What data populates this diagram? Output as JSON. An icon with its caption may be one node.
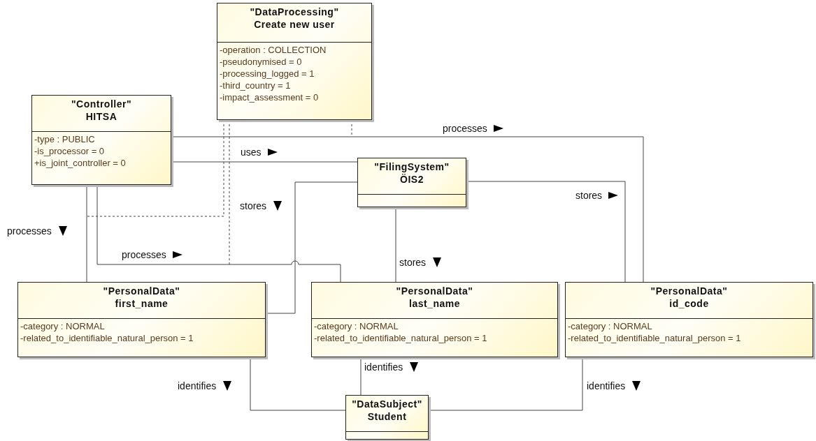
{
  "diagram": {
    "nodes": [
      {
        "text": [
          "\"DataProcessing\"",
          "Create new user",
          "-operation : COLLECTION",
          "-pseudonymised = 0",
          "-processing_logged = 1",
          "-third_country = 1",
          "-impact_assessment = 0"
        ]
      },
      {
        "text": [
          "\"Controller\"",
          "HITSA",
          "-type : PUBLIC",
          "-is_processor = 0",
          "+is_joint_controller = 0"
        ]
      },
      {
        "text": [
          "\"FilingSystem\"",
          "ÖIS2"
        ]
      },
      {
        "text": [
          "\"PersonalData\"",
          "first_name",
          "-category : NORMAL",
          "-related_to_identifiable_natural_person = 1"
        ]
      },
      {
        "text": [
          "\"PersonalData\"",
          "last_name",
          "-category : NORMAL",
          "-related_to_identifiable_natural_person = 1"
        ]
      },
      {
        "text": [
          "\"PersonalData\"",
          "id_code",
          "-category : NORMAL",
          "-related_to_identifiable_natural_person = 1"
        ]
      },
      {
        "text": [
          "\"DataSubject\"",
          "Student"
        ]
      }
    ],
    "edges": [
      {
        "from": 1,
        "to": 5,
        "arrow": "none",
        "label": "processes"
      },
      {
        "from": 1,
        "to": 2,
        "arrow": "none",
        "label": "uses"
      },
      {
        "from": 1,
        "to": 3,
        "arrow": "none",
        "label": "processes"
      },
      {
        "from": 1,
        "to": 4,
        "arrow": "none",
        "label": "processes"
      },
      {
        "from": 2,
        "to": 3,
        "arrow": "none",
        "label": "stores"
      },
      {
        "from": 2,
        "to": 4,
        "arrow": "none",
        "label": "stores"
      },
      {
        "from": 2,
        "to": 5,
        "arrow": "none",
        "label": "stores"
      },
      {
        "from": 3,
        "to": 6,
        "arrow": "none",
        "label": "identifies"
      },
      {
        "from": 4,
        "to": 6,
        "arrow": "none",
        "label": "identifies"
      },
      {
        "from": 5,
        "to": 6,
        "arrow": "none",
        "label": "identifies"
      },
      {
        "from": 0,
        "to": null,
        "arrow": "none",
        "style": "dashed"
      },
      {
        "from": 0,
        "to": null,
        "arrow": "none",
        "style": "dashed"
      },
      {
        "from": 0,
        "to": null,
        "arrow": "none",
        "style": "dashed"
      }
    ]
  }
}
